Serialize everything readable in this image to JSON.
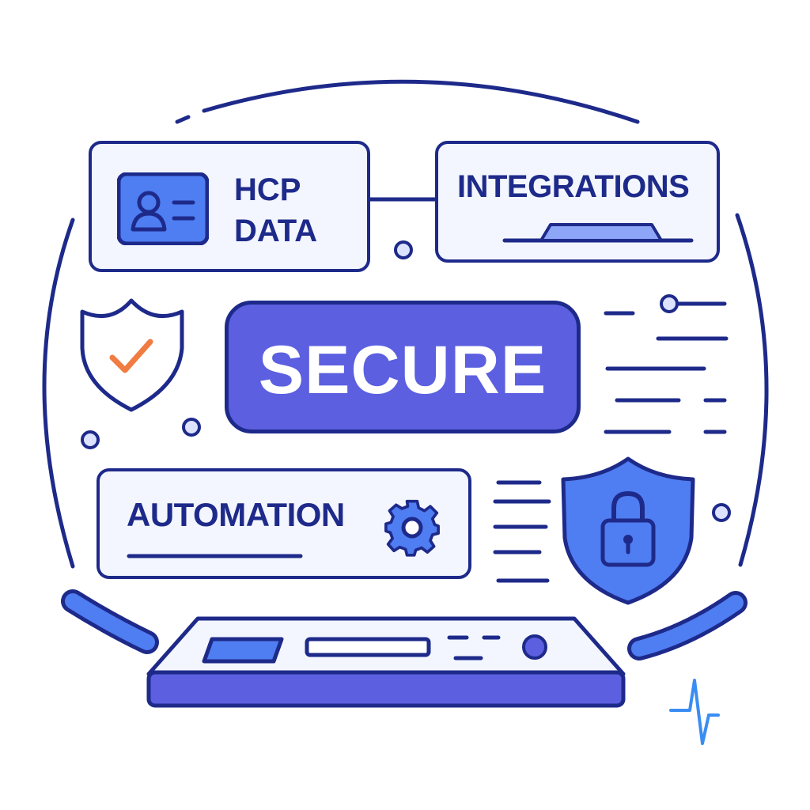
{
  "cards": {
    "hcp": {
      "line1": "HCP",
      "line2": "DATA",
      "icon": "id-card-icon"
    },
    "integrations": {
      "label": "INTEGRATIONS",
      "icon": "slider-bar-icon"
    },
    "automation": {
      "label": "AUTOMATION",
      "icon": "gear-icon"
    }
  },
  "center": {
    "label": "SECURE"
  },
  "icons": [
    "check-shield-icon",
    "lock-shield-icon",
    "lightning-icon",
    "device-tray-icon"
  ],
  "colors": {
    "outline": "#1e2a8a",
    "accent": "#5b5fe0",
    "light_fill": "#f3f6ff",
    "icon_blue": "#4f7df2",
    "check_orange": "#f07c42"
  }
}
